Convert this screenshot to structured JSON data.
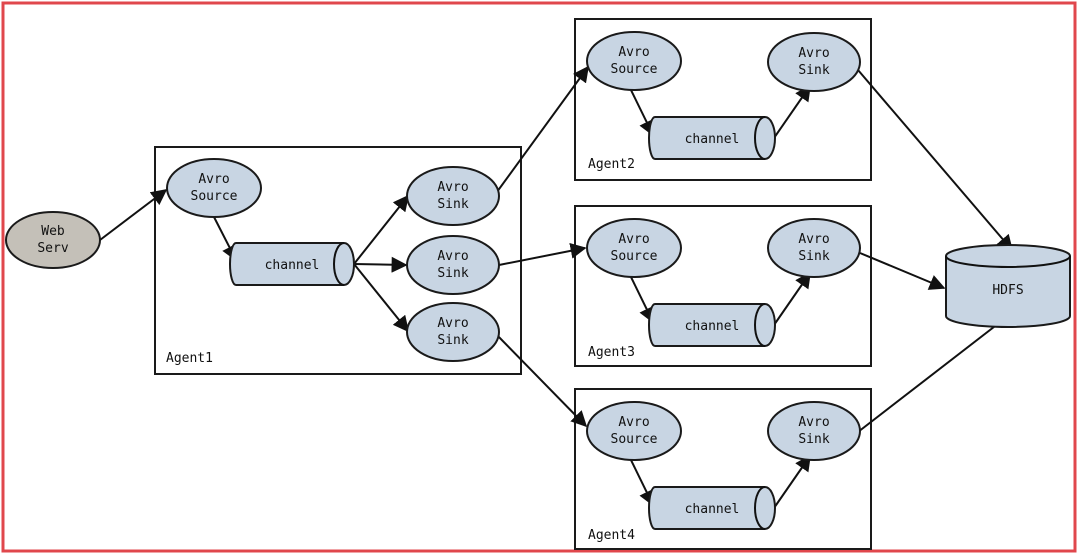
{
  "web_server": {
    "line1": "Web",
    "line2": "Serv"
  },
  "agents": [
    {
      "label": "Agent1",
      "source": [
        "Avro",
        "Source"
      ],
      "channel": "channel",
      "sinks": [
        [
          "Avro",
          "Sink"
        ],
        [
          "Avro",
          "Sink"
        ],
        [
          "Avro",
          "Sink"
        ]
      ]
    },
    {
      "label": "Agent2",
      "source": [
        "Avro",
        "Source"
      ],
      "channel": "channel",
      "sink": [
        "Avro",
        "Sink"
      ]
    },
    {
      "label": "Agent3",
      "source": [
        "Avro",
        "Source"
      ],
      "channel": "channel",
      "sink": [
        "Avro",
        "Sink"
      ]
    },
    {
      "label": "Agent4",
      "source": [
        "Avro",
        "Source"
      ],
      "channel": "channel",
      "sink": [
        "Avro",
        "Sink"
      ]
    }
  ],
  "hdfs": {
    "label": "HDFS"
  }
}
